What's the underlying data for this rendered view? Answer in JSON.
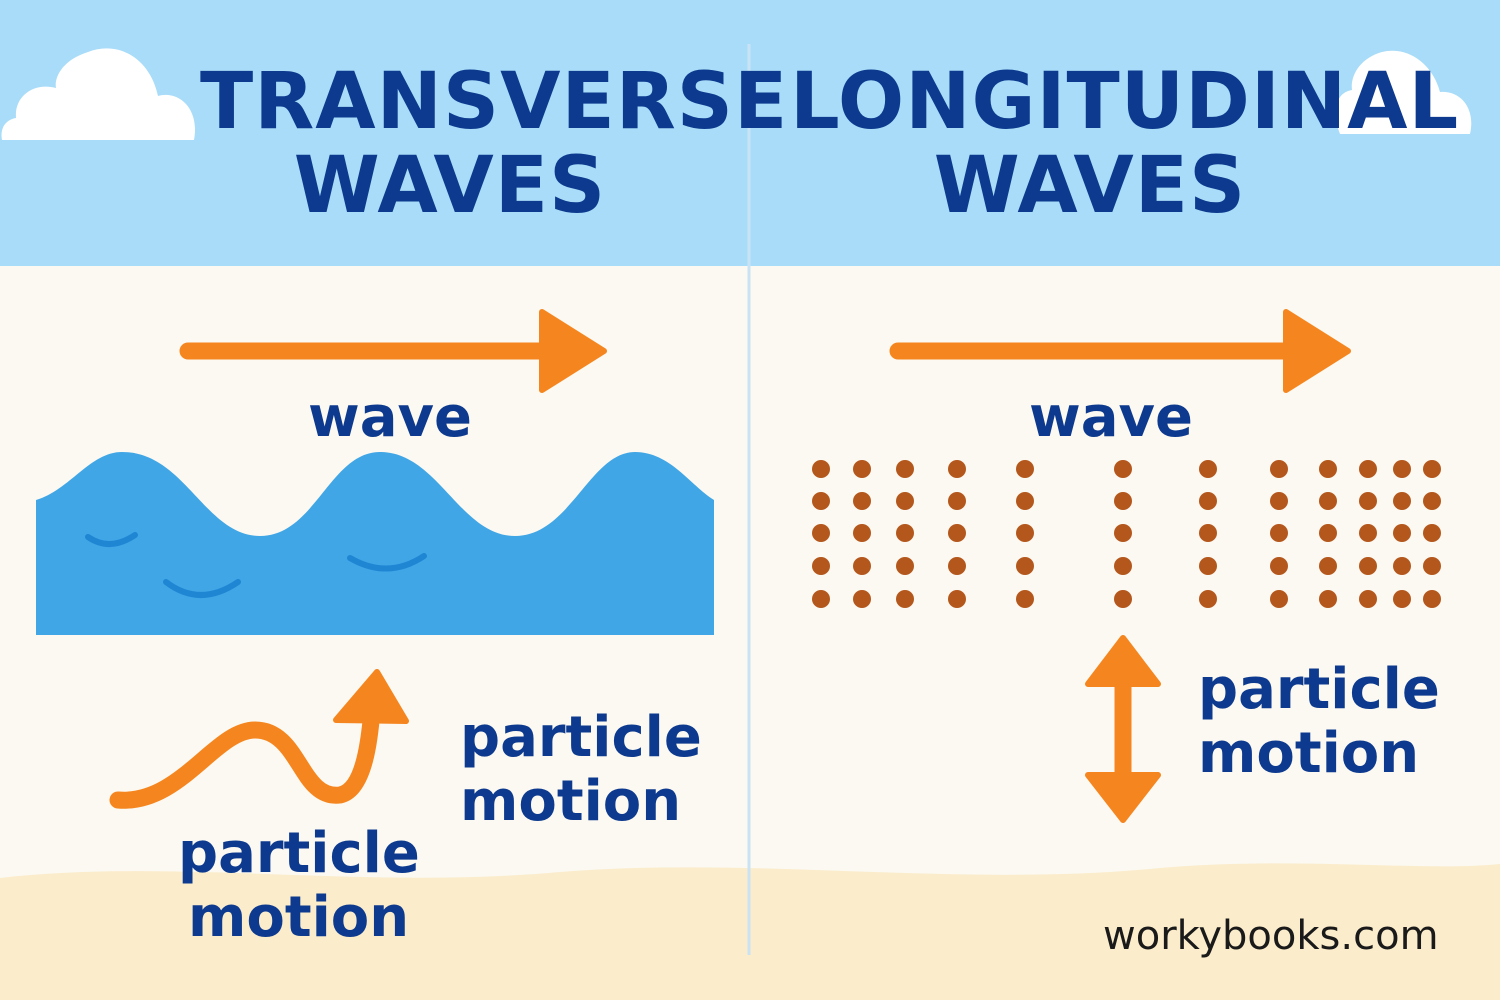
{
  "panels": {
    "transverse": {
      "title_line1": "TRANSVERSE",
      "title_line2": "WAVES",
      "wave_label": "wave",
      "particle_label_right": [
        "particle",
        "motion"
      ],
      "particle_label_bottom": [
        "particle",
        "motion"
      ]
    },
    "longitudinal": {
      "title_line1": "LONGITUDINAL",
      "title_line2": "WAVES",
      "wave_label": "wave",
      "particle_label": [
        "particle",
        "motion"
      ]
    }
  },
  "credit": "workybooks.com",
  "colors": {
    "sky": "#a8dcf8",
    "paper": "#fbf9f1",
    "sand": "#fbeccb",
    "title_text": "#0d3a8e",
    "arrow": "#f5861f",
    "water": "#41a6e6",
    "water_ripple": "#1f86d4",
    "particle": "#b4571c",
    "cloud": "#ffffff",
    "divider": "#c9e3f4"
  },
  "icons": {
    "wave_direction": "right-arrow-icon",
    "transverse_motion": "curvy-up-arrow-icon",
    "longitudinal_motion": "double-vertical-arrow-icon"
  }
}
